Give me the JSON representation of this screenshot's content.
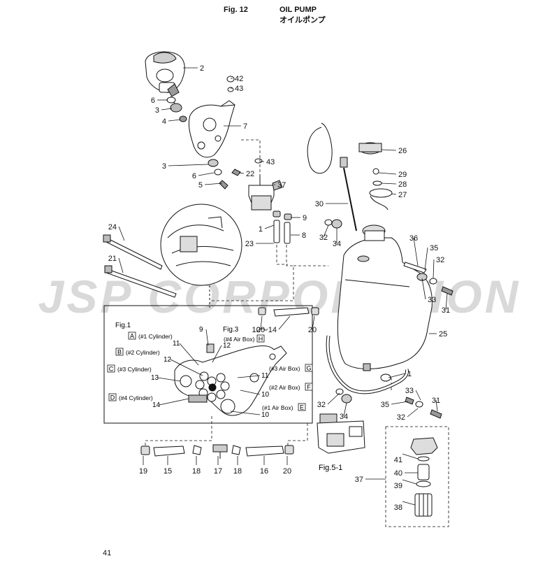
{
  "header": {
    "fig_label": "Fig. 12",
    "title_en": "OIL PUMP",
    "title_jp": "オイルポンプ"
  },
  "page_number": "41",
  "watermark": "JSP CORPORATION",
  "callouts": [
    {
      "label": "2"
    },
    {
      "label": "42"
    },
    {
      "label": "43"
    },
    {
      "label": "6"
    },
    {
      "label": "3"
    },
    {
      "label": "4"
    },
    {
      "label": "7"
    },
    {
      "label": "43"
    },
    {
      "label": "3"
    },
    {
      "label": "6"
    },
    {
      "label": "22"
    },
    {
      "label": "5"
    },
    {
      "label": "37"
    },
    {
      "label": "9"
    },
    {
      "label": "1"
    },
    {
      "label": "8"
    },
    {
      "label": "23"
    },
    {
      "label": "26"
    },
    {
      "label": "29"
    },
    {
      "label": "28"
    },
    {
      "label": "27"
    },
    {
      "label": "30"
    },
    {
      "label": "32"
    },
    {
      "label": "34"
    },
    {
      "label": "36"
    },
    {
      "label": "35"
    },
    {
      "label": "32"
    },
    {
      "label": "33"
    },
    {
      "label": "31"
    },
    {
      "label": "25"
    },
    {
      "label": "24"
    },
    {
      "label": "21"
    },
    {
      "label": "20"
    },
    {
      "label": "10～14"
    },
    {
      "label": "20"
    },
    {
      "label": "1"
    },
    {
      "label": "33"
    },
    {
      "label": "35"
    },
    {
      "label": "31"
    },
    {
      "label": "32"
    },
    {
      "label": "32"
    },
    {
      "label": "34"
    },
    {
      "label": "19"
    },
    {
      "label": "15"
    },
    {
      "label": "18"
    },
    {
      "label": "17"
    },
    {
      "label": "18"
    },
    {
      "label": "16"
    },
    {
      "label": "20"
    },
    {
      "label": "37"
    },
    {
      "label": "41"
    },
    {
      "label": "40"
    },
    {
      "label": "39"
    },
    {
      "label": "38"
    }
  ],
  "inset": {
    "fig1_label": "Fig.1",
    "fig3_label": "Fig.3",
    "cylinders": [
      {
        "letter": "A",
        "text": "(#1 Cylinder)"
      },
      {
        "letter": "B",
        "text": "(#2 Cylinder)"
      },
      {
        "letter": "C",
        "text": "(#3 Cylinder)"
      },
      {
        "letter": "D",
        "text": "(#4 Cylinder)"
      }
    ],
    "airboxes": [
      {
        "letter": "H",
        "text": "(#4 Air Box)"
      },
      {
        "letter": "G",
        "text": "(#3 Air Box)"
      },
      {
        "letter": "F",
        "text": "(#2 Air Box)"
      },
      {
        "letter": "E",
        "text": "(#1 Air Box)"
      }
    ],
    "callouts": [
      {
        "label": "9"
      },
      {
        "label": "11"
      },
      {
        "label": "12"
      },
      {
        "label": "12"
      },
      {
        "label": "13"
      },
      {
        "label": "11"
      },
      {
        "label": "10"
      },
      {
        "label": "14"
      },
      {
        "label": "10"
      }
    ]
  },
  "fig51_label": "Fig.5-1"
}
